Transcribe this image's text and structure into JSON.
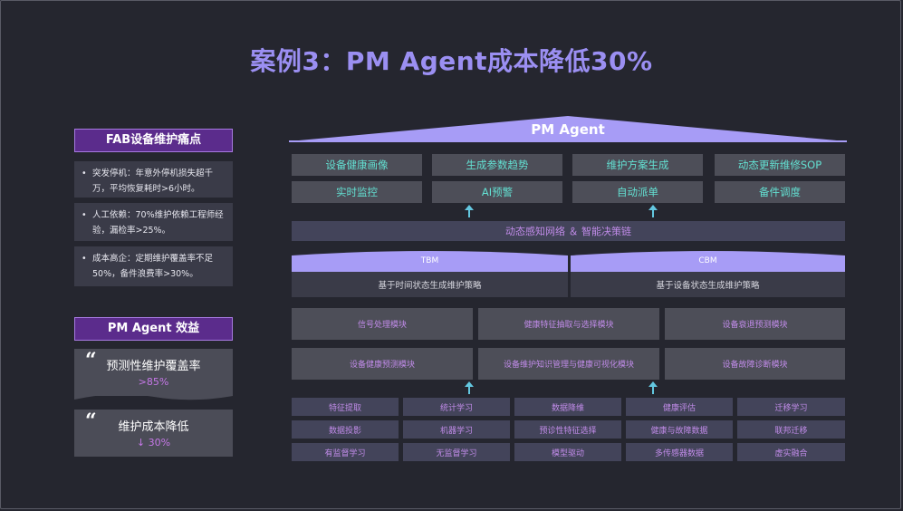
{
  "title": "案例3：PM Agent成本降低30%",
  "left": {
    "pain_title": "FAB设备维护痛点",
    "pain_points": [
      "突发停机：年意外停机损失超千万，平均恢复耗时>6小时。",
      "人工依赖：70%维护依赖工程师经验，漏检率>25%。",
      "成本高企：定期维护覆盖率不足50%，备件浪费率>30%。"
    ],
    "benefit_title": "PM Agent 效益",
    "benefits": [
      {
        "label": "预测性维护覆盖率",
        "value": ">85%"
      },
      {
        "label": "维护成本降低",
        "value": "↓ 30%"
      }
    ],
    "quote_mark": "“"
  },
  "diagram": {
    "roof_label": "PM Agent",
    "agent_row1": [
      "设备健康画像",
      "生成参数趋势",
      "维护方案生成",
      "动态更新维修SOP"
    ],
    "agent_row2": [
      "实时监控",
      "AI预警",
      "自动派单",
      "备件调度"
    ],
    "network_bar": "动态感知网络 ＆ 智能决策链",
    "tbm": {
      "label": "TBM",
      "desc": "基于时间状态生成维护策略"
    },
    "cbm": {
      "label": "CBM",
      "desc": "基于设备状态生成维护策略"
    },
    "module_row1": [
      "信号处理模块",
      "健康特征抽取与选择模块",
      "设备衰退预测模块"
    ],
    "module_row2": [
      "设备健康预测模块",
      "设备维护知识管理与健康可视化模块",
      "设备故障诊断模块"
    ],
    "tech_rows": [
      [
        "特征提取",
        "统计学习",
        "数据降维",
        "健康评估",
        "迁移学习"
      ],
      [
        "数据投影",
        "机器学习",
        "预诊性特征选择",
        "健康与故障数据",
        "联邦迁移"
      ],
      [
        "有监督学习",
        "无监督学习",
        "模型驱动",
        "多传感器数据",
        "虚实融合"
      ]
    ]
  },
  "colors": {
    "background": "#25262f",
    "title": "#9b8ff2",
    "accent_teal": "#63e0d2",
    "accent_purple": "#c08be8",
    "lavender": "#a79cf6",
    "header_purple": "#5b2c8c"
  }
}
